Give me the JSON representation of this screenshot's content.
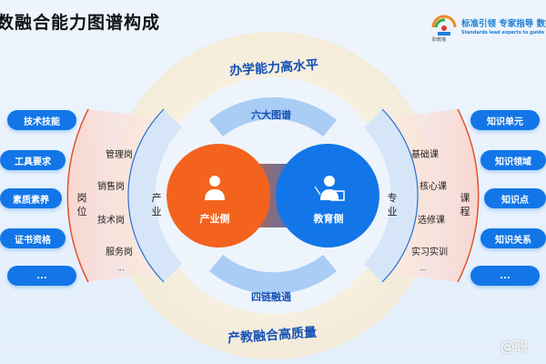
{
  "header": {
    "title": "数融合能力图谱构成",
    "logo": {
      "name": "职教猫",
      "slogan": "标准引领 专家指导 数据",
      "slogan_en": "Standards lead experts to guide"
    }
  },
  "left_pills": [
    "技术技能",
    "工具要求",
    "素质素养",
    "证书资格",
    "..."
  ],
  "right_pills": [
    "知识单元",
    "知识领域",
    "知识点",
    "知识关系",
    "..."
  ],
  "posts": {
    "label": "岗位",
    "items": [
      "管理岗",
      "销售岗",
      "技术岗",
      "服务岗",
      "..."
    ]
  },
  "courses": {
    "label": "课程",
    "items": [
      "基础课",
      "核心课",
      "选修课",
      "实习实训",
      "..."
    ]
  },
  "industry_ring_label": "产业",
  "major_ring_label": "专业",
  "top_arc": "办学能力高水平",
  "six_maps": "六大图谱",
  "four_chains": "四链融通",
  "bottom_arc": "产教融合高质量",
  "industry_side": "产业侧",
  "education_side": "教育侧",
  "watermark": "@职",
  "colors": {
    "blue": "#1276e8",
    "orange": "#f4631e",
    "red_line": "#e0522e",
    "dark_blue_text": "#1752b5"
  }
}
